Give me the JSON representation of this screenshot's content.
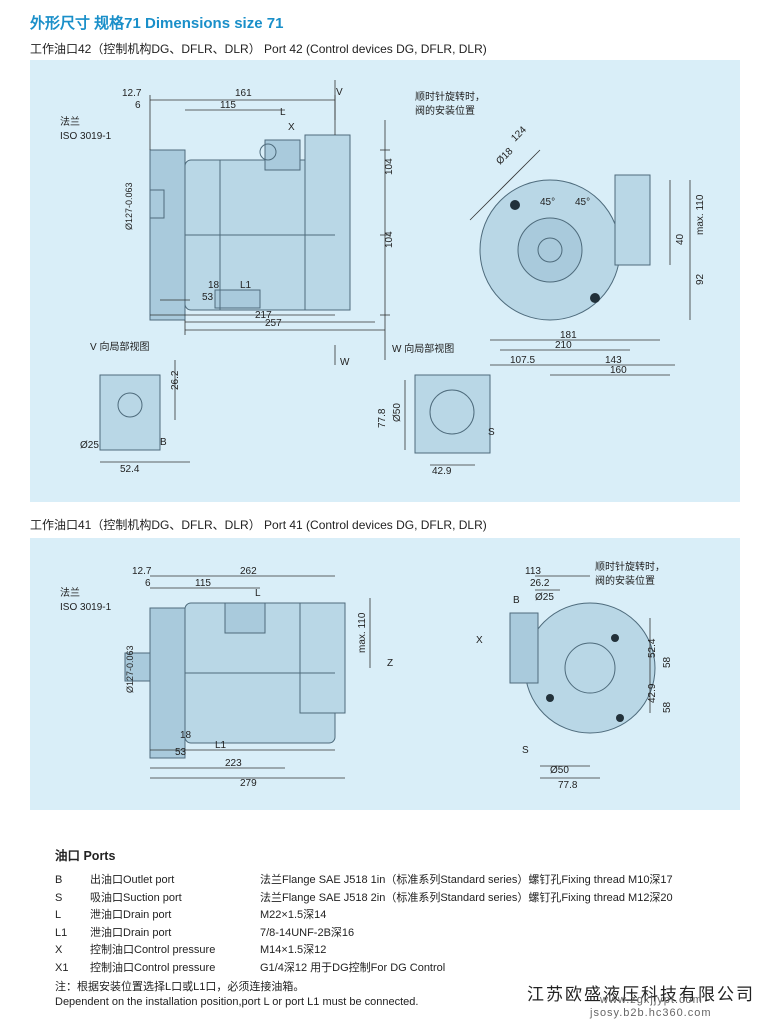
{
  "header": {
    "title": "外形尺寸 规格71 Dimensions size 71",
    "subtitle_top": "工作油口42（控制机构DG、DFLR、DLR） Port 42 (Control devices DG, DFLR, DLR)",
    "subtitle_bottom": "工作油口41（控制机构DG、DFLR、DLR） Port 41 (Control devices DG, DFLR, DLR)"
  },
  "drawing_top": {
    "flange_label": "法兰",
    "iso_label": "ISO 3019-1",
    "dim_12_7": "12.7",
    "dim_6": "6",
    "dim_161": "161",
    "dim_115": "115",
    "dim_104a": "104",
    "dim_104b": "104",
    "dim_dia127": "Ø127-0.063",
    "dim_18": "18",
    "dim_53": "53",
    "dim_217": "217",
    "dim_257": "257",
    "label_L": "L",
    "label_X": "X",
    "label_L1": "L1",
    "label_V": "V",
    "label_W": "W",
    "rotation_note_1": "顺时针旋转时，",
    "rotation_note_2": "阀的安装位置",
    "dim_124": "124",
    "dim_dia18": "Ø18",
    "dim_45a": "45°",
    "dim_45b": "45°",
    "dim_max110": "max. 110",
    "dim_40": "40",
    "dim_92": "92",
    "dim_181": "181",
    "dim_210": "210",
    "dim_107_5": "107.5",
    "dim_143": "143",
    "dim_160": "160",
    "view_V_label": "V 向局部视图",
    "view_V_26_2": "26.2",
    "view_V_dia25": "Ø25",
    "view_V_B": "B",
    "view_V_52_4": "52.4",
    "view_W_label": "W  向局部视图",
    "view_W_77_8": "77.8",
    "view_W_dia50": "Ø50",
    "view_W_S": "S",
    "view_W_42_9": "42.9"
  },
  "drawing_bottom": {
    "flange_label": "法兰",
    "iso_label": "ISO 3019-1",
    "dim_12_7": "12.7",
    "dim_6": "6",
    "dim_262": "262",
    "dim_115": "115",
    "dim_max110": "max. 110",
    "label_Z": "Z",
    "label_L": "L",
    "label_L1": "L1",
    "dim_dia127": "Ø127-0.063",
    "dim_18": "18",
    "dim_53": "53",
    "dim_223": "223",
    "dim_279": "279",
    "dim_113": "113",
    "dim_26_2": "26.2",
    "dim_dia25": "Ø25",
    "label_B": "B",
    "label_X": "X",
    "label_S": "S",
    "rotation_note_1": "顺时针旋转时，",
    "rotation_note_2": "阀的安装位置",
    "dim_52_4": "52.4",
    "dim_58a": "58",
    "dim_42_9": "42.9",
    "dim_58b": "58",
    "dim_dia50": "Ø50",
    "dim_77_8": "77.8"
  },
  "ports": {
    "heading": "油口 Ports",
    "rows": [
      {
        "code": "B",
        "name": "出油口Outlet port",
        "spec": "法兰Flange SAE J518 1in（标准系列Standard series）螺钉孔Fixing thread M10深17"
      },
      {
        "code": "S",
        "name": "吸油口Suction port",
        "spec": "法兰Flange SAE J518 2in（标准系列Standard series）螺钉孔Fixing thread M12深20"
      },
      {
        "code": "L",
        "name": "泄油口Drain port",
        "spec": "M22×1.5深14"
      },
      {
        "code": "L1",
        "name": "泄油口Drain port",
        "spec": "7/8-14UNF-2B深16"
      },
      {
        "code": "X",
        "name": "控制油口Control pressure",
        "spec": "M14×1.5深12"
      },
      {
        "code": "X1",
        "name": "控制油口Control pressure",
        "spec": "G1/4深12 用于DG控制For DG Control"
      }
    ]
  },
  "notes": {
    "note_cn": "注：根据安装位置选择L口或L1口，必须连接油箱。",
    "note_en": "Dependent on the installation position,port L or port L1 must be connected."
  },
  "footer": {
    "company": "江苏欧盛液压科技有限公司",
    "watermark_1": "www.zgxjjypt.com",
    "watermark_2": "jsosy.b2b.hc360.com"
  }
}
